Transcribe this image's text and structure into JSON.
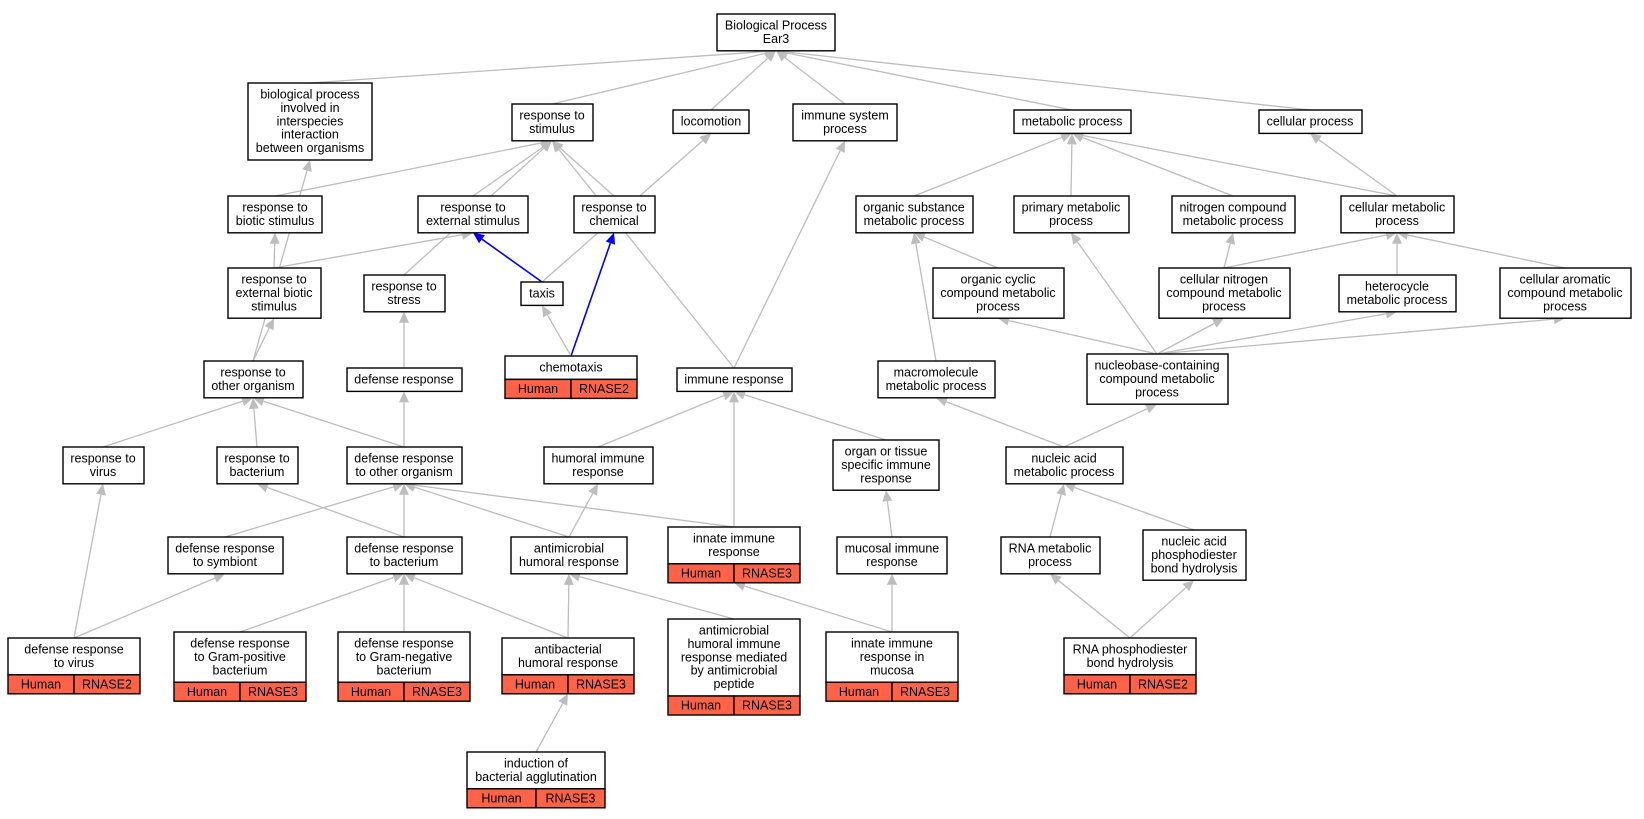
{
  "colors": {
    "edge": "#bdbdbd",
    "highlight_edge": "#0000ff",
    "annotation_fill": "#ff6347",
    "node_fill": "#ffffff",
    "node_border": "#000000"
  },
  "nodes": [
    {
      "id": "root",
      "lines": [
        "Biological Process",
        "Ear3"
      ]
    },
    {
      "id": "bp_interspecies",
      "lines": [
        "biological process",
        "involved in",
        "interspecies",
        "interaction",
        "between organisms"
      ]
    },
    {
      "id": "resp_stimulus",
      "lines": [
        "response to",
        "stimulus"
      ]
    },
    {
      "id": "locomotion",
      "lines": [
        "locomotion"
      ]
    },
    {
      "id": "immune_sys",
      "lines": [
        "immune system",
        "process"
      ]
    },
    {
      "id": "metabolic",
      "lines": [
        "metabolic process"
      ]
    },
    {
      "id": "cellular",
      "lines": [
        "cellular process"
      ]
    },
    {
      "id": "resp_biotic",
      "lines": [
        "response to",
        "biotic stimulus"
      ]
    },
    {
      "id": "resp_external",
      "lines": [
        "response to",
        "external stimulus"
      ]
    },
    {
      "id": "resp_chemical",
      "lines": [
        "response to",
        "chemical"
      ]
    },
    {
      "id": "organic_subst",
      "lines": [
        "organic substance",
        "metabolic process"
      ]
    },
    {
      "id": "primary_metab",
      "lines": [
        "primary metabolic",
        "process"
      ]
    },
    {
      "id": "nitrogen_comp",
      "lines": [
        "nitrogen compound",
        "metabolic process"
      ]
    },
    {
      "id": "cell_metab",
      "lines": [
        "cellular metabolic",
        "process"
      ]
    },
    {
      "id": "resp_ext_biotic",
      "lines": [
        "response to",
        "external biotic",
        "stimulus"
      ]
    },
    {
      "id": "resp_stress",
      "lines": [
        "response to",
        "stress"
      ]
    },
    {
      "id": "taxis",
      "lines": [
        "taxis"
      ]
    },
    {
      "id": "org_cyclic",
      "lines": [
        "organic cyclic",
        "compound metabolic",
        "process"
      ]
    },
    {
      "id": "cell_nitrogen",
      "lines": [
        "cellular nitrogen",
        "compound metabolic",
        "process"
      ]
    },
    {
      "id": "heterocycle",
      "lines": [
        "heterocycle",
        "metabolic process"
      ]
    },
    {
      "id": "cell_aromatic",
      "lines": [
        "cellular aromatic",
        "compound metabolic",
        "process"
      ]
    },
    {
      "id": "resp_other_org",
      "lines": [
        "response to",
        "other organism"
      ]
    },
    {
      "id": "defense_resp",
      "lines": [
        "defense response"
      ]
    },
    {
      "id": "chemotaxis",
      "lines": [
        "chemotaxis"
      ],
      "ann": [
        "Human",
        "RNASE2"
      ]
    },
    {
      "id": "immune_resp",
      "lines": [
        "immune response"
      ]
    },
    {
      "id": "macromolecule",
      "lines": [
        "macromolecule",
        "metabolic process"
      ]
    },
    {
      "id": "nucleobase",
      "lines": [
        "nucleobase-containing",
        "compound metabolic",
        "process"
      ]
    },
    {
      "id": "resp_virus",
      "lines": [
        "response to",
        "virus"
      ]
    },
    {
      "id": "resp_bacterium",
      "lines": [
        "response to",
        "bacterium"
      ]
    },
    {
      "id": "def_other_org",
      "lines": [
        "defense response",
        "to other organism"
      ]
    },
    {
      "id": "humoral_immune",
      "lines": [
        "humoral immune",
        "response"
      ]
    },
    {
      "id": "organ_tissue",
      "lines": [
        "organ or tissue",
        "specific immune",
        "response"
      ]
    },
    {
      "id": "nucleic_acid_metab",
      "lines": [
        "nucleic acid",
        "metabolic process"
      ]
    },
    {
      "id": "innate_immune",
      "lines": [
        "innate immune",
        "response"
      ],
      "ann": [
        "Human",
        "RNASE3"
      ]
    },
    {
      "id": "def_symbiont",
      "lines": [
        "defense response",
        "to symbiont"
      ]
    },
    {
      "id": "def_bacterium",
      "lines": [
        "defense response",
        "to bacterium"
      ]
    },
    {
      "id": "antimicrobial_humoral",
      "lines": [
        "antimicrobial",
        "humoral response"
      ]
    },
    {
      "id": "mucosal_immune",
      "lines": [
        "mucosal immune",
        "response"
      ]
    },
    {
      "id": "rna_metab",
      "lines": [
        "RNA metabolic",
        "process"
      ]
    },
    {
      "id": "na_phosphodiester",
      "lines": [
        "nucleic acid",
        "phosphodiester",
        "bond hydrolysis"
      ]
    },
    {
      "id": "def_virus",
      "lines": [
        "defense response",
        "to virus"
      ],
      "ann": [
        "Human",
        "RNASE2"
      ]
    },
    {
      "id": "def_gram_pos",
      "lines": [
        "defense response",
        "to Gram-positive",
        "bacterium"
      ],
      "ann": [
        "Human",
        "RNASE3"
      ]
    },
    {
      "id": "def_gram_neg",
      "lines": [
        "defense response",
        "to Gram-negative",
        "bacterium"
      ],
      "ann": [
        "Human",
        "RNASE3"
      ]
    },
    {
      "id": "antibacterial_humoral",
      "lines": [
        "antibacterial",
        "humoral response"
      ],
      "ann": [
        "Human",
        "RNASE3"
      ]
    },
    {
      "id": "antimicrobial_peptide",
      "lines": [
        "antimicrobial",
        "humoral immune",
        "response mediated",
        "by antimicrobial",
        "peptide"
      ],
      "ann": [
        "Human",
        "RNASE3"
      ]
    },
    {
      "id": "innate_mucosa",
      "lines": [
        "innate immune",
        "response in",
        "mucosa"
      ],
      "ann": [
        "Human",
        "RNASE3"
      ]
    },
    {
      "id": "rna_phosphodiester",
      "lines": [
        "RNA phosphodiester",
        "bond hydrolysis"
      ],
      "ann": [
        "Human",
        "RNASE2"
      ]
    },
    {
      "id": "induction_agglutination",
      "lines": [
        "induction of",
        "bacterial agglutination"
      ],
      "ann": [
        "Human",
        "RNASE3"
      ]
    }
  ],
  "edges": [
    {
      "from": "bp_interspecies",
      "to": "root"
    },
    {
      "from": "resp_stimulus",
      "to": "root"
    },
    {
      "from": "locomotion",
      "to": "root"
    },
    {
      "from": "immune_sys",
      "to": "root"
    },
    {
      "from": "metabolic",
      "to": "root"
    },
    {
      "from": "cellular",
      "to": "root"
    },
    {
      "from": "resp_biotic",
      "to": "resp_stimulus"
    },
    {
      "from": "resp_external",
      "to": "resp_stimulus"
    },
    {
      "from": "resp_chemical",
      "to": "resp_stimulus"
    },
    {
      "from": "resp_stress",
      "to": "resp_stimulus"
    },
    {
      "from": "immune_resp",
      "to": "resp_stimulus"
    },
    {
      "from": "taxis",
      "to": "locomotion"
    },
    {
      "from": "immune_resp",
      "to": "immune_sys"
    },
    {
      "from": "organic_subst",
      "to": "metabolic"
    },
    {
      "from": "primary_metab",
      "to": "metabolic"
    },
    {
      "from": "nitrogen_comp",
      "to": "metabolic"
    },
    {
      "from": "cell_metab",
      "to": "metabolic"
    },
    {
      "from": "cell_metab",
      "to": "cellular"
    },
    {
      "from": "resp_ext_biotic",
      "to": "resp_biotic"
    },
    {
      "from": "resp_ext_biotic",
      "to": "resp_external"
    },
    {
      "from": "taxis",
      "to": "resp_external",
      "highlight": true
    },
    {
      "from": "chemotaxis",
      "to": "resp_chemical",
      "highlight": true
    },
    {
      "from": "chemotaxis",
      "to": "taxis"
    },
    {
      "from": "org_cyclic",
      "to": "organic_subst"
    },
    {
      "from": "macromolecule",
      "to": "organic_subst"
    },
    {
      "from": "nucleobase",
      "to": "primary_metab"
    },
    {
      "from": "cell_nitrogen",
      "to": "nitrogen_comp"
    },
    {
      "from": "cell_nitrogen",
      "to": "cell_metab"
    },
    {
      "from": "heterocycle",
      "to": "cell_metab"
    },
    {
      "from": "cell_aromatic",
      "to": "cell_metab"
    },
    {
      "from": "resp_other_org",
      "to": "bp_interspecies"
    },
    {
      "from": "resp_other_org",
      "to": "resp_ext_biotic"
    },
    {
      "from": "defense_resp",
      "to": "resp_stress"
    },
    {
      "from": "nucleobase",
      "to": "org_cyclic"
    },
    {
      "from": "nucleobase",
      "to": "cell_nitrogen"
    },
    {
      "from": "nucleobase",
      "to": "heterocycle"
    },
    {
      "from": "nucleobase",
      "to": "cell_aromatic"
    },
    {
      "from": "resp_virus",
      "to": "resp_other_org"
    },
    {
      "from": "resp_bacterium",
      "to": "resp_other_org"
    },
    {
      "from": "def_other_org",
      "to": "resp_other_org"
    },
    {
      "from": "def_other_org",
      "to": "defense_resp"
    },
    {
      "from": "humoral_immune",
      "to": "immune_resp"
    },
    {
      "from": "innate_immune",
      "to": "immune_resp"
    },
    {
      "from": "organ_tissue",
      "to": "immune_resp"
    },
    {
      "from": "nucleic_acid_metab",
      "to": "macromolecule"
    },
    {
      "from": "nucleic_acid_metab",
      "to": "nucleobase"
    },
    {
      "from": "def_virus",
      "to": "resp_virus"
    },
    {
      "from": "def_symbiont",
      "to": "def_other_org"
    },
    {
      "from": "def_bacterium",
      "to": "resp_bacterium"
    },
    {
      "from": "def_bacterium",
      "to": "def_other_org"
    },
    {
      "from": "antimicrobial_humoral",
      "to": "def_other_org"
    },
    {
      "from": "innate_immune",
      "to": "def_other_org"
    },
    {
      "from": "antimicrobial_humoral",
      "to": "humoral_immune"
    },
    {
      "from": "mucosal_immune",
      "to": "organ_tissue"
    },
    {
      "from": "rna_metab",
      "to": "nucleic_acid_metab"
    },
    {
      "from": "na_phosphodiester",
      "to": "nucleic_acid_metab"
    },
    {
      "from": "def_virus",
      "to": "def_symbiont"
    },
    {
      "from": "def_gram_pos",
      "to": "def_bacterium"
    },
    {
      "from": "def_gram_neg",
      "to": "def_bacterium"
    },
    {
      "from": "antibacterial_humoral",
      "to": "def_bacterium"
    },
    {
      "from": "antibacterial_humoral",
      "to": "antimicrobial_humoral"
    },
    {
      "from": "antimicrobial_peptide",
      "to": "antimicrobial_humoral"
    },
    {
      "from": "innate_mucosa",
      "to": "innate_immune"
    },
    {
      "from": "innate_mucosa",
      "to": "mucosal_immune"
    },
    {
      "from": "rna_phosphodiester",
      "to": "rna_metab"
    },
    {
      "from": "rna_phosphodiester",
      "to": "na_phosphodiester"
    },
    {
      "from": "induction_agglutination",
      "to": "antibacterial_humoral"
    }
  ]
}
